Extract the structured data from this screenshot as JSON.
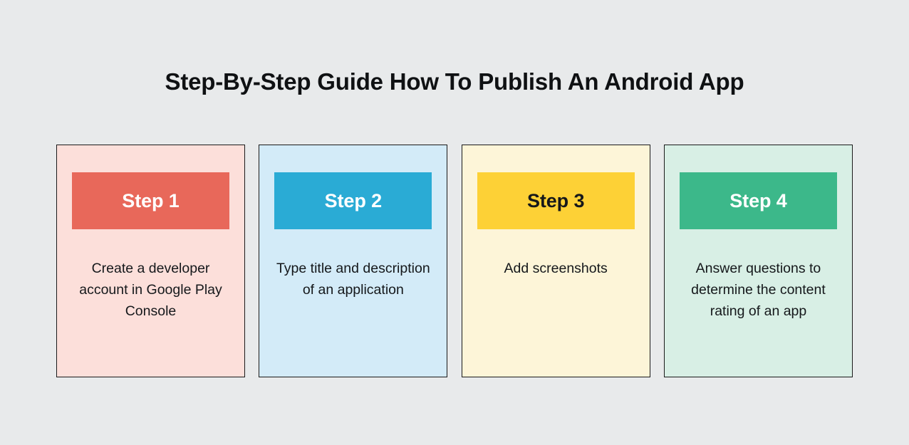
{
  "page": {
    "background_color": "#e8eaeb",
    "title": "Step-By-Step Guide How To Publish An Android App"
  },
  "cards": [
    {
      "id": "step-1",
      "badge_label": "Step 1",
      "description": "Create a developer account in Google Play Console",
      "card_background_color": "#fcdfda",
      "badge_background_color": "#e8685a",
      "badge_text_color": "#ffffff",
      "border_color": "#1a1a1a"
    },
    {
      "id": "step-2",
      "badge_label": "Step 2",
      "description": "Type title and description of an application",
      "card_background_color": "#d3ebf8",
      "badge_background_color": "#2aabd5",
      "badge_text_color": "#ffffff",
      "border_color": "#1a1a1a"
    },
    {
      "id": "step-3",
      "badge_label": "Step 3",
      "description": "Add screenshots",
      "card_background_color": "#fdf5d8",
      "badge_background_color": "#fdd136",
      "badge_text_color": "#16181a",
      "border_color": "#1a1a1a"
    },
    {
      "id": "step-4",
      "badge_label": "Step 4",
      "description": "Answer questions to determine the content rating of an app",
      "card_background_color": "#d8efe5",
      "badge_background_color": "#3cb88a",
      "badge_text_color": "#ffffff",
      "border_color": "#1a1a1a"
    }
  ]
}
